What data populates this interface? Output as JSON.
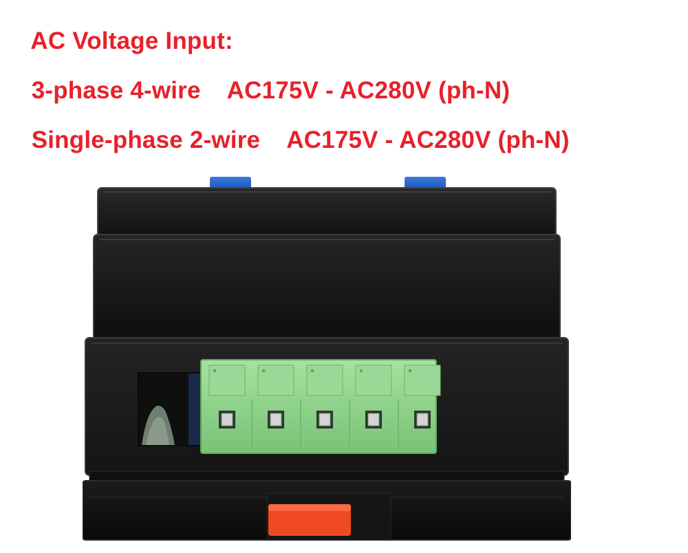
{
  "heading": {
    "title": "AC Voltage Input:",
    "specs": [
      {
        "wiring": "3-phase 4-wire",
        "range": "AC175V - AC280V (ph-N)"
      },
      {
        "wiring": "Single-phase 2-wire",
        "range": "AC175V - AC280V (ph-N)"
      }
    ]
  },
  "colors": {
    "text_red": "#e8202a",
    "housing_black": "#1a1a1a",
    "terminal_green": "#8fd18c",
    "knob_blue": "#1f5ec8",
    "clip_orange": "#f04a24"
  },
  "device": {
    "terminal_count": 5
  }
}
